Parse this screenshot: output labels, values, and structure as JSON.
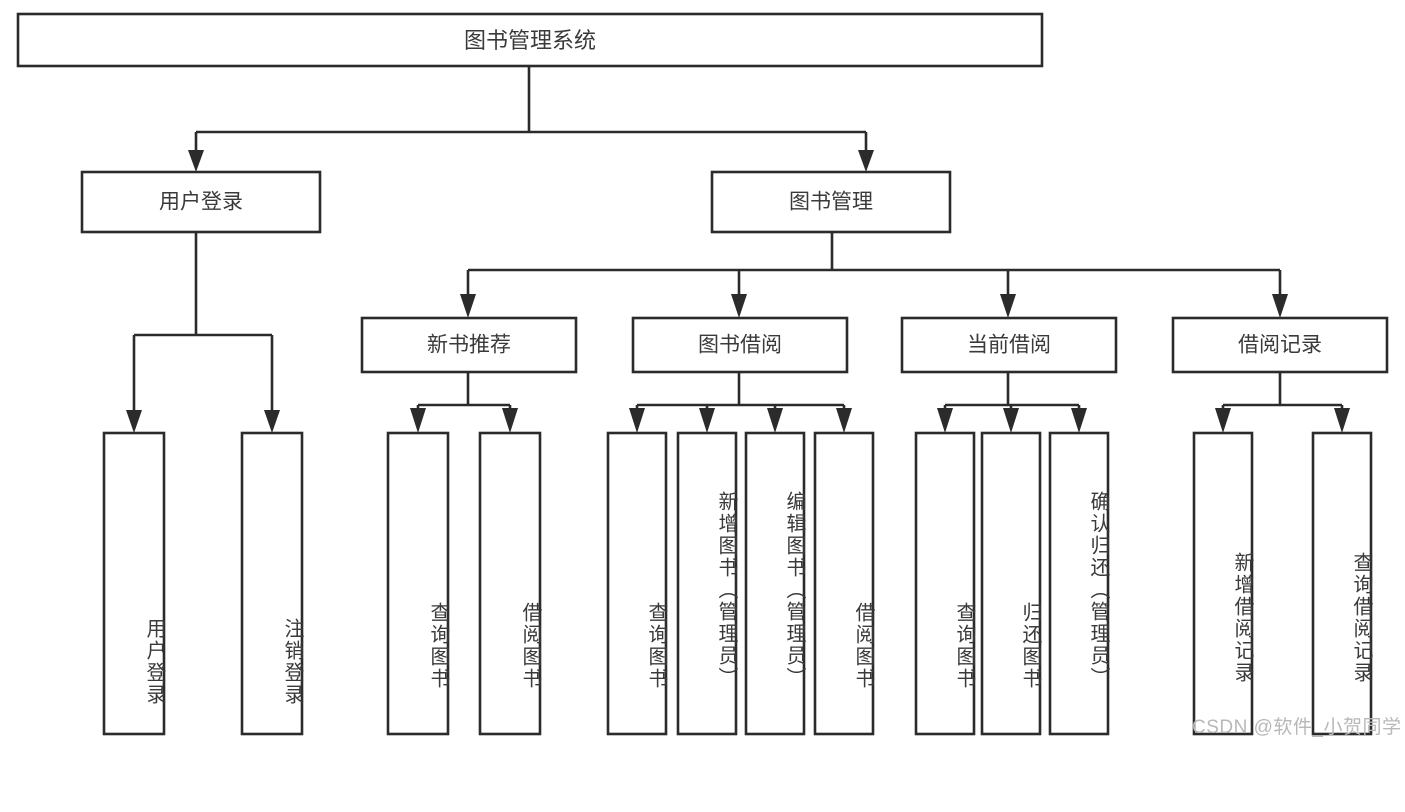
{
  "diagram": {
    "title": "图书管理系统",
    "type": "tree",
    "orientation": "top-down",
    "colors": {
      "background": "#ffffff",
      "box_fill": "#ffffff",
      "box_stroke": "#2b2b2b",
      "text": "#3a3a3a",
      "connector": "#2b2b2b",
      "watermark": "#b8b8b8"
    },
    "root": {
      "label": "图书管理系统"
    },
    "level2": [
      {
        "id": "user-login",
        "label": "用户登录"
      },
      {
        "id": "book-manage",
        "label": "图书管理"
      }
    ],
    "level3": [
      {
        "id": "new-book-recommend",
        "label": "新书推荐"
      },
      {
        "id": "book-borrow",
        "label": "图书借阅"
      },
      {
        "id": "current-borrow",
        "label": "当前借阅"
      },
      {
        "id": "borrow-record",
        "label": "借阅记录"
      }
    ],
    "leaves": {
      "user-login": [
        {
          "id": "leaf-user-login",
          "label": "用户登录"
        },
        {
          "id": "leaf-user-logout",
          "label": "注销登录"
        }
      ],
      "new-book-recommend": [
        {
          "id": "leaf-query-book-1",
          "label": "查询图书"
        },
        {
          "id": "leaf-borrow-book-1",
          "label": "借阅图书"
        }
      ],
      "book-borrow": [
        {
          "id": "leaf-query-book-2",
          "label": "查询图书"
        },
        {
          "id": "leaf-add-book",
          "label": "新增图书（管理员）"
        },
        {
          "id": "leaf-edit-book",
          "label": "编辑图书（管理员）"
        },
        {
          "id": "leaf-borrow-book-2",
          "label": "借阅图书"
        }
      ],
      "current-borrow": [
        {
          "id": "leaf-query-book-3",
          "label": "查询图书"
        },
        {
          "id": "leaf-return-book",
          "label": "归还图书"
        },
        {
          "id": "leaf-confirm-return",
          "label": "确认归还（管理员）"
        }
      ],
      "borrow-record": [
        {
          "id": "leaf-add-record",
          "label": "新增借阅记录"
        },
        {
          "id": "leaf-query-record",
          "label": "查询借阅记录"
        }
      ]
    }
  },
  "watermark": {
    "text": "CSDN @软件_小贺同学"
  }
}
